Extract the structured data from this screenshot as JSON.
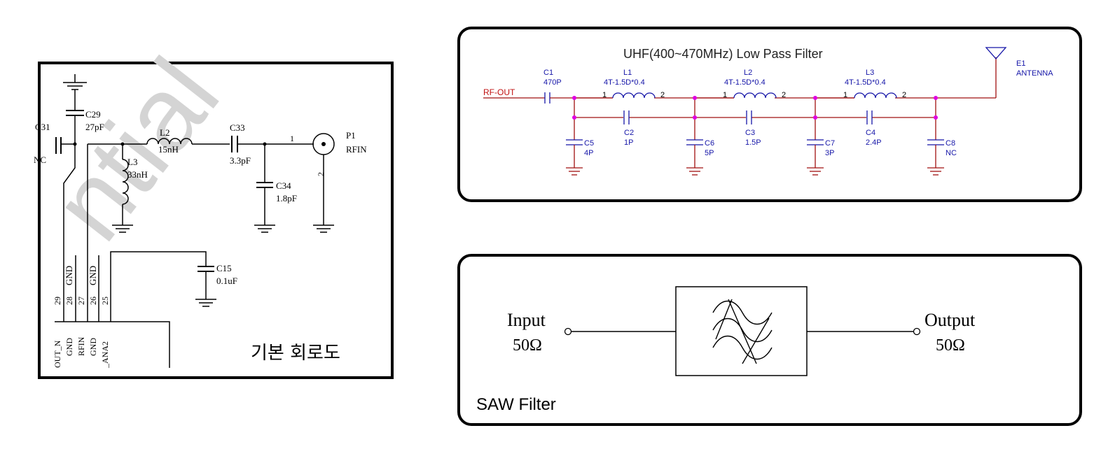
{
  "basic_circuit": {
    "title": "기본 회로도",
    "watermark": "ntial",
    "components": {
      "c29": {
        "ref": "C29",
        "value": "27pF"
      },
      "c31": {
        "ref": "C31",
        "value": "NC"
      },
      "l2": {
        "ref": "L2",
        "value": "15nH"
      },
      "l3": {
        "ref": "L3",
        "value": "33nH"
      },
      "c33": {
        "ref": "C33",
        "value": "3.3pF"
      },
      "c34": {
        "ref": "C34",
        "value": "1.8pF"
      },
      "c15": {
        "ref": "C15",
        "value": "0.1uF"
      },
      "p1": {
        "ref": "P1",
        "name": "RFIN",
        "pin1": "1",
        "pin2": "2"
      }
    },
    "ic_pins": [
      {
        "num": "29",
        "name": "OUT_N"
      },
      {
        "num": "28",
        "name": "GND"
      },
      {
        "num": "27",
        "name": "RFIN"
      },
      {
        "num": "26",
        "name": "GND"
      },
      {
        "num": "25",
        "name": "_ANA2"
      }
    ],
    "upper_pin_labels": [
      "GND",
      "GND"
    ]
  },
  "lpf": {
    "title": "UHF(400~470MHz) Low Pass Filter",
    "net_label": "RF-OUT",
    "antenna": {
      "ref": "E1",
      "name": "ANTENNA"
    },
    "c1": {
      "ref": "C1",
      "value": "470P"
    },
    "inductors": [
      {
        "ref": "L1",
        "value": "4T-1.5D*0.4",
        "pin1": "1",
        "pin2": "2"
      },
      {
        "ref": "L2",
        "value": "4T-1.5D*0.4",
        "pin1": "1",
        "pin2": "2"
      },
      {
        "ref": "L3",
        "value": "4T-1.5D*0.4",
        "pin1": "1",
        "pin2": "2"
      }
    ],
    "series_caps": [
      {
        "ref": "C2",
        "value": "1P"
      },
      {
        "ref": "C3",
        "value": "1.5P"
      },
      {
        "ref": "C4",
        "value": "2.4P"
      }
    ],
    "shunt_caps": [
      {
        "ref": "C5",
        "value": "4P"
      },
      {
        "ref": "C6",
        "value": "5P"
      },
      {
        "ref": "C7",
        "value": "3P"
      },
      {
        "ref": "C8",
        "value": "NC"
      }
    ],
    "colors": {
      "wire": "#a01010",
      "component": "#1515a8",
      "junction": "#e000e0"
    }
  },
  "saw": {
    "title": "SAW Filter",
    "input_label": "Input",
    "input_impedance": "50Ω",
    "output_label": "Output",
    "output_impedance": "50Ω"
  }
}
